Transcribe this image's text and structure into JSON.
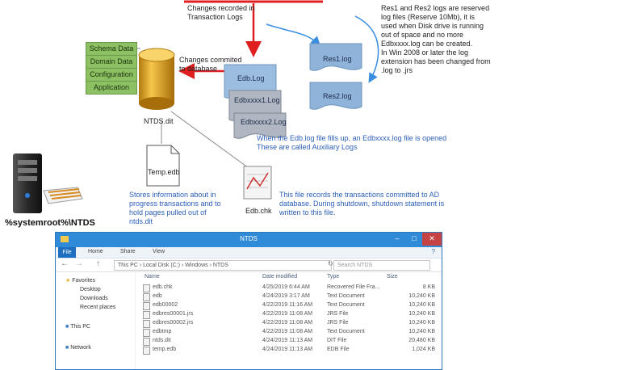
{
  "diagram": {
    "top_left_note": "Changes recorded in\nTransaction Logs",
    "commit_note": "Changes commited\nto database",
    "ad_boxes": [
      "Schema Data",
      "Domain Data",
      "Configuration",
      "Application"
    ],
    "ntds_label": "NTDS.dit",
    "logs": [
      "Edb.Log",
      "Edbxxxx1.Log",
      "Edbxxxx2.Log"
    ],
    "res_logs": [
      "Res1.log",
      "Res2.log"
    ],
    "res_note": "Res1 and Res2 logs are reserved\nlog files (Reserve 10Mb), it is\nused when Disk drive is running\nout of space and no more\nEdbxxxx.log can be created.\nIn Win 2008 or later the log\nextension has been changed from\n.log to .jrs",
    "aux_note": "When the Edb.log file fills up, an Edbxxxx.log file is opened\nThese are called Auxiliary Logs",
    "temp_label": "Temp.edb",
    "temp_note": "Stores information about in\nprogress transactions and to\nhold pages pulled out of\nntds.dit",
    "chk_label": "Edb.chk",
    "chk_note": "This file records the transactions committed to AD\ndatabase. During shutdown, shutdown statement is\nwritten to this file.",
    "server_path": "%systemroot%\\NTDS",
    "colors": {
      "arrow_red": "#e02020",
      "arrow_blue": "#3a8ee0",
      "green": "#8cc063",
      "log_fill": "#8fb3d9"
    }
  },
  "explorer": {
    "title": "NTDS",
    "ribbon_tabs": [
      "File",
      "Home",
      "Share",
      "View"
    ],
    "address": "This PC  ›  Local Disk (C:)  ›  Windows  ›  NTDS",
    "search_placeholder": "Search NTDS",
    "nav": {
      "favorites": "Favorites",
      "items": [
        "Desktop",
        "Downloads",
        "Recent places"
      ],
      "this_pc": "This PC",
      "network": "Network"
    },
    "columns": [
      "Name",
      "Date modified",
      "Type",
      "Size"
    ],
    "rows": [
      {
        "name": "edb.chk",
        "date": "4/25/2019 6:44 AM",
        "type": "Recovered File Fra...",
        "size": "8 KB"
      },
      {
        "name": "edb",
        "date": "4/24/2019 3:17 AM",
        "type": "Text Document",
        "size": "10,240 KB"
      },
      {
        "name": "edb00002",
        "date": "4/22/2019 11:16 AM",
        "type": "Text Document",
        "size": "10,240 KB"
      },
      {
        "name": "edbres00001.jrs",
        "date": "4/22/2019 11:08 AM",
        "type": "JRS File",
        "size": "10,240 KB"
      },
      {
        "name": "edbres00002.jrs",
        "date": "4/22/2019 11:08 AM",
        "type": "JRS File",
        "size": "10,240 KB"
      },
      {
        "name": "edbtmp",
        "date": "4/22/2019 11:08 AM",
        "type": "Text Document",
        "size": "10,240 KB"
      },
      {
        "name": "ntds.dit",
        "date": "4/24/2019 11:13 AM",
        "type": "DIT File",
        "size": "20,480 KB"
      },
      {
        "name": "temp.edb",
        "date": "4/24/2019 11:13 AM",
        "type": "EDB File",
        "size": "1,024 KB"
      }
    ]
  }
}
